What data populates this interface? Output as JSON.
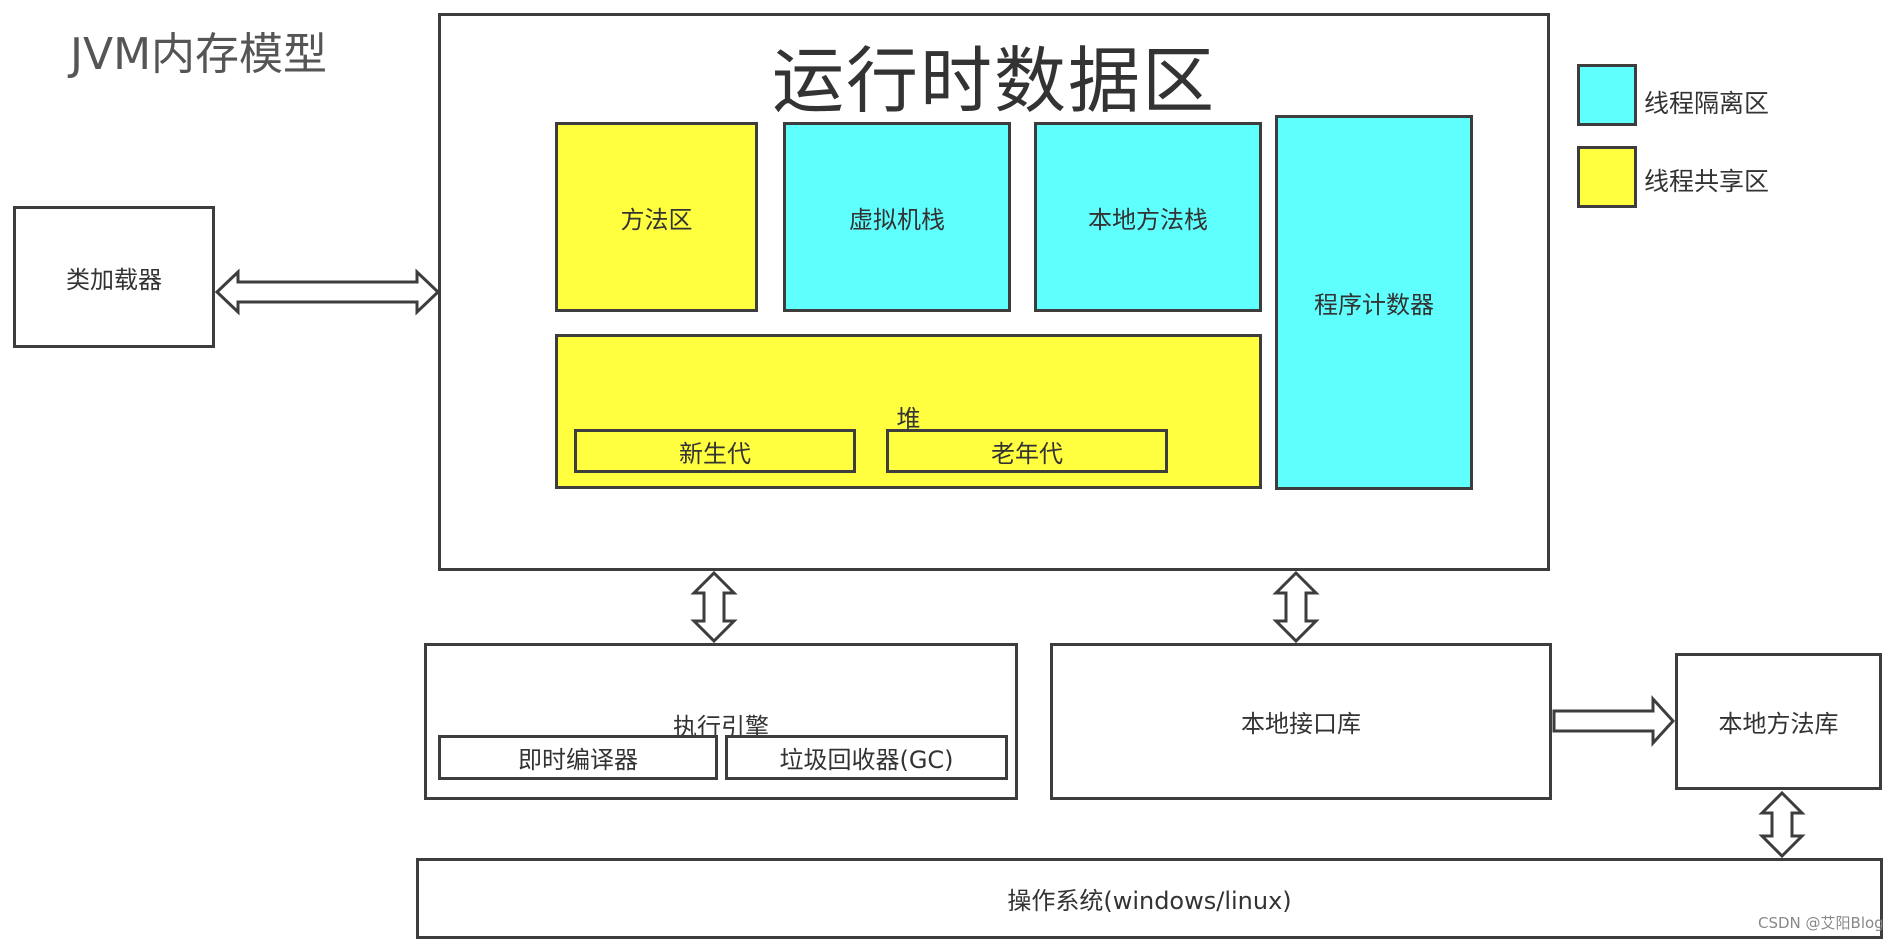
{
  "title": "JVM内存模型",
  "runtime_area": {
    "title": "运行时数据区",
    "method_area": "方法区",
    "vm_stack": "虚拟机栈",
    "native_method_stack": "本地方法栈",
    "program_counter": "程序计数器",
    "heap": {
      "label": "堆",
      "young_gen": "新生代",
      "old_gen": "老年代"
    }
  },
  "class_loader": "类加载器",
  "execution_engine": {
    "label": "执行引擎",
    "jit_compiler": "即时编译器",
    "gc": "垃圾回收器(GC)"
  },
  "native_interface": "本地接口库",
  "native_library": "本地方法库",
  "os": "操作系统(windows/linux)",
  "legend": {
    "isolated": {
      "label": "线程隔离区",
      "color": "#5ffffe"
    },
    "shared": {
      "label": "线程共享区",
      "color": "#ffff40"
    }
  },
  "watermark": "CSDN @艾阳Blog"
}
